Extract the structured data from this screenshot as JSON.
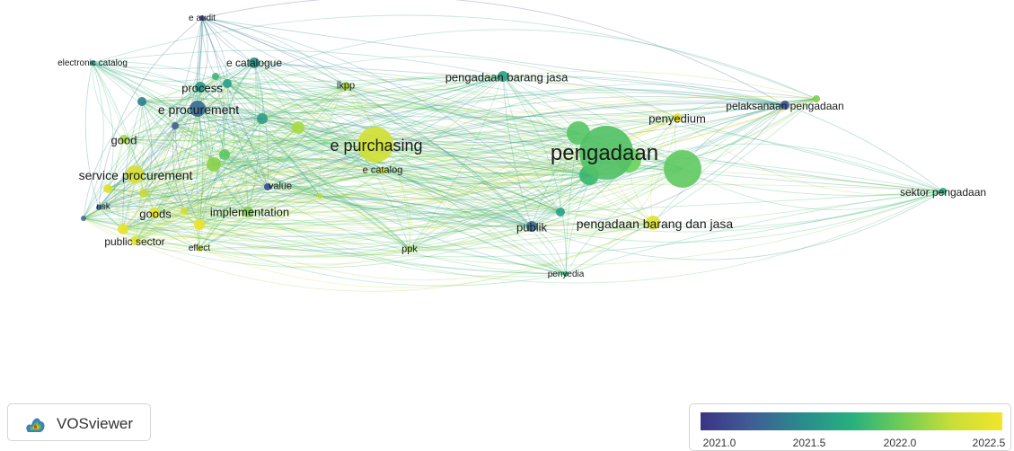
{
  "app": {
    "logo_text": "VOSviewer"
  },
  "legend": {
    "ticks": [
      "2021.0",
      "2021.5",
      "2022.0",
      "2022.5"
    ],
    "color_scale": [
      "#3b3483",
      "#2a8a8c",
      "#27b07e",
      "#c9de38",
      "#f2e52a"
    ]
  },
  "network": {
    "items": [
      {
        "id": "pengadaan",
        "label": "pengadaan",
        "year": 2021.95
      },
      {
        "id": "e-purchasing",
        "label": "e purchasing",
        "year": 2022.35
      },
      {
        "id": "service-procurement",
        "label": "service procurement",
        "year": 2022.4
      },
      {
        "id": "e-procurement",
        "label": "e procurement",
        "year": 2021.3
      },
      {
        "id": "pengadaan-barang-dan-jasa",
        "label": "pengadaan barang dan jasa",
        "year": 2022.45
      },
      {
        "id": "pengadaan-barang-jasa",
        "label": "pengadaan barang jasa",
        "year": 2021.7
      },
      {
        "id": "implementation",
        "label": "implementation",
        "year": 2022.1
      },
      {
        "id": "process",
        "label": "process",
        "year": 2021.6
      },
      {
        "id": "e-catalogue",
        "label": "e catalogue",
        "year": 2021.55
      },
      {
        "id": "good",
        "label": "good",
        "year": 2022.2
      },
      {
        "id": "goods",
        "label": "goods",
        "year": 2022.5
      },
      {
        "id": "public-sector",
        "label": "public sector",
        "year": 2022.5
      },
      {
        "id": "publik",
        "label": "publik",
        "year": 2021.3
      },
      {
        "id": "penyedium",
        "label": "penyedium",
        "year": 2022.5
      },
      {
        "id": "pelaksanaan-pengadaan",
        "label": "pelaksanaan pengadaan",
        "year": 2021.1
      },
      {
        "id": "sektor-pengadaan",
        "label": "sektor pengadaan",
        "year": 2021.8
      },
      {
        "id": "electronic-catalog",
        "label": "electronic catalog",
        "year": 2021.6
      },
      {
        "id": "e-audit",
        "label": "e audit",
        "year": 2021.0
      },
      {
        "id": "lkpp",
        "label": "lkpp",
        "year": 2022.2
      },
      {
        "id": "e-catalog",
        "label": "e catalog",
        "year": 2022.4
      },
      {
        "id": "value",
        "label": "value",
        "year": 2021.1
      },
      {
        "id": "risk",
        "label": "risk",
        "year": 2021.3
      },
      {
        "id": "effect",
        "label": "effect",
        "year": 2022.3
      },
      {
        "id": "ppk",
        "label": "ppk",
        "year": 2022.2
      },
      {
        "id": "penyedia",
        "label": "penyedia",
        "year": 2021.8
      }
    ]
  }
}
